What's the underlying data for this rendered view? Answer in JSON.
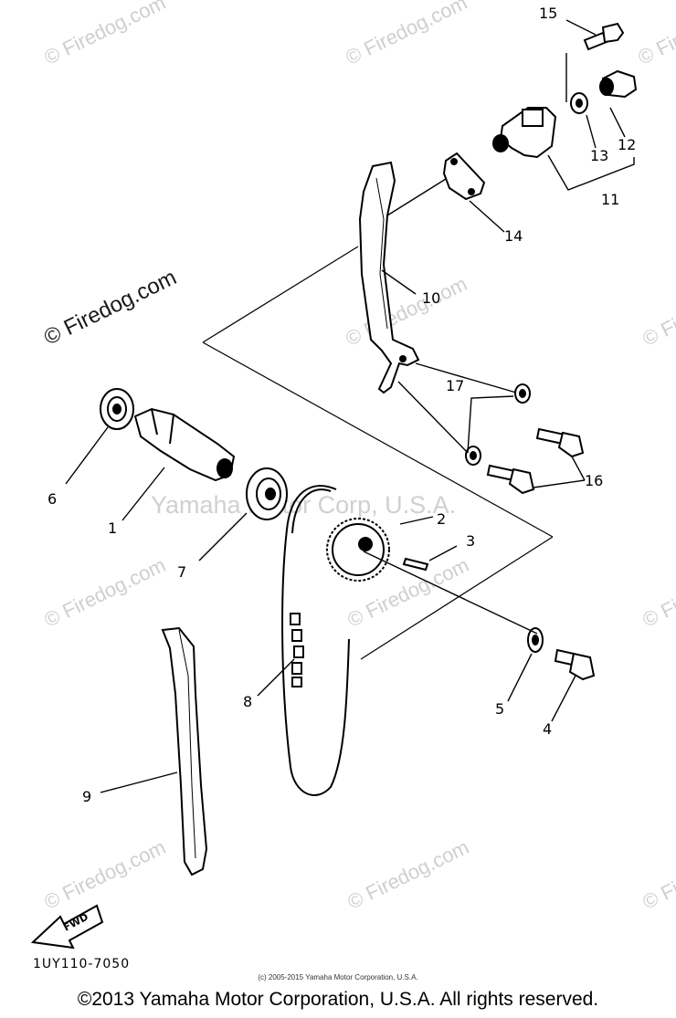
{
  "watermarks": {
    "site": "© Firedog.com",
    "center": "Yamaha Motor Corp, U.S.A."
  },
  "callouts": [
    "15",
    "12",
    "13",
    "11",
    "14",
    "10",
    "17",
    "16",
    "6",
    "1",
    "7",
    "2",
    "3",
    "8",
    "5",
    "4",
    "9"
  ],
  "fwd_label": "FWD",
  "diagram_code": "1UY110-7050",
  "small_copyright": "(c) 2005-2015 Yamaha Motor Corporation, U.S.A.",
  "copyright": "©2013 Yamaha Motor Corporation, U.S.A. All rights reserved."
}
